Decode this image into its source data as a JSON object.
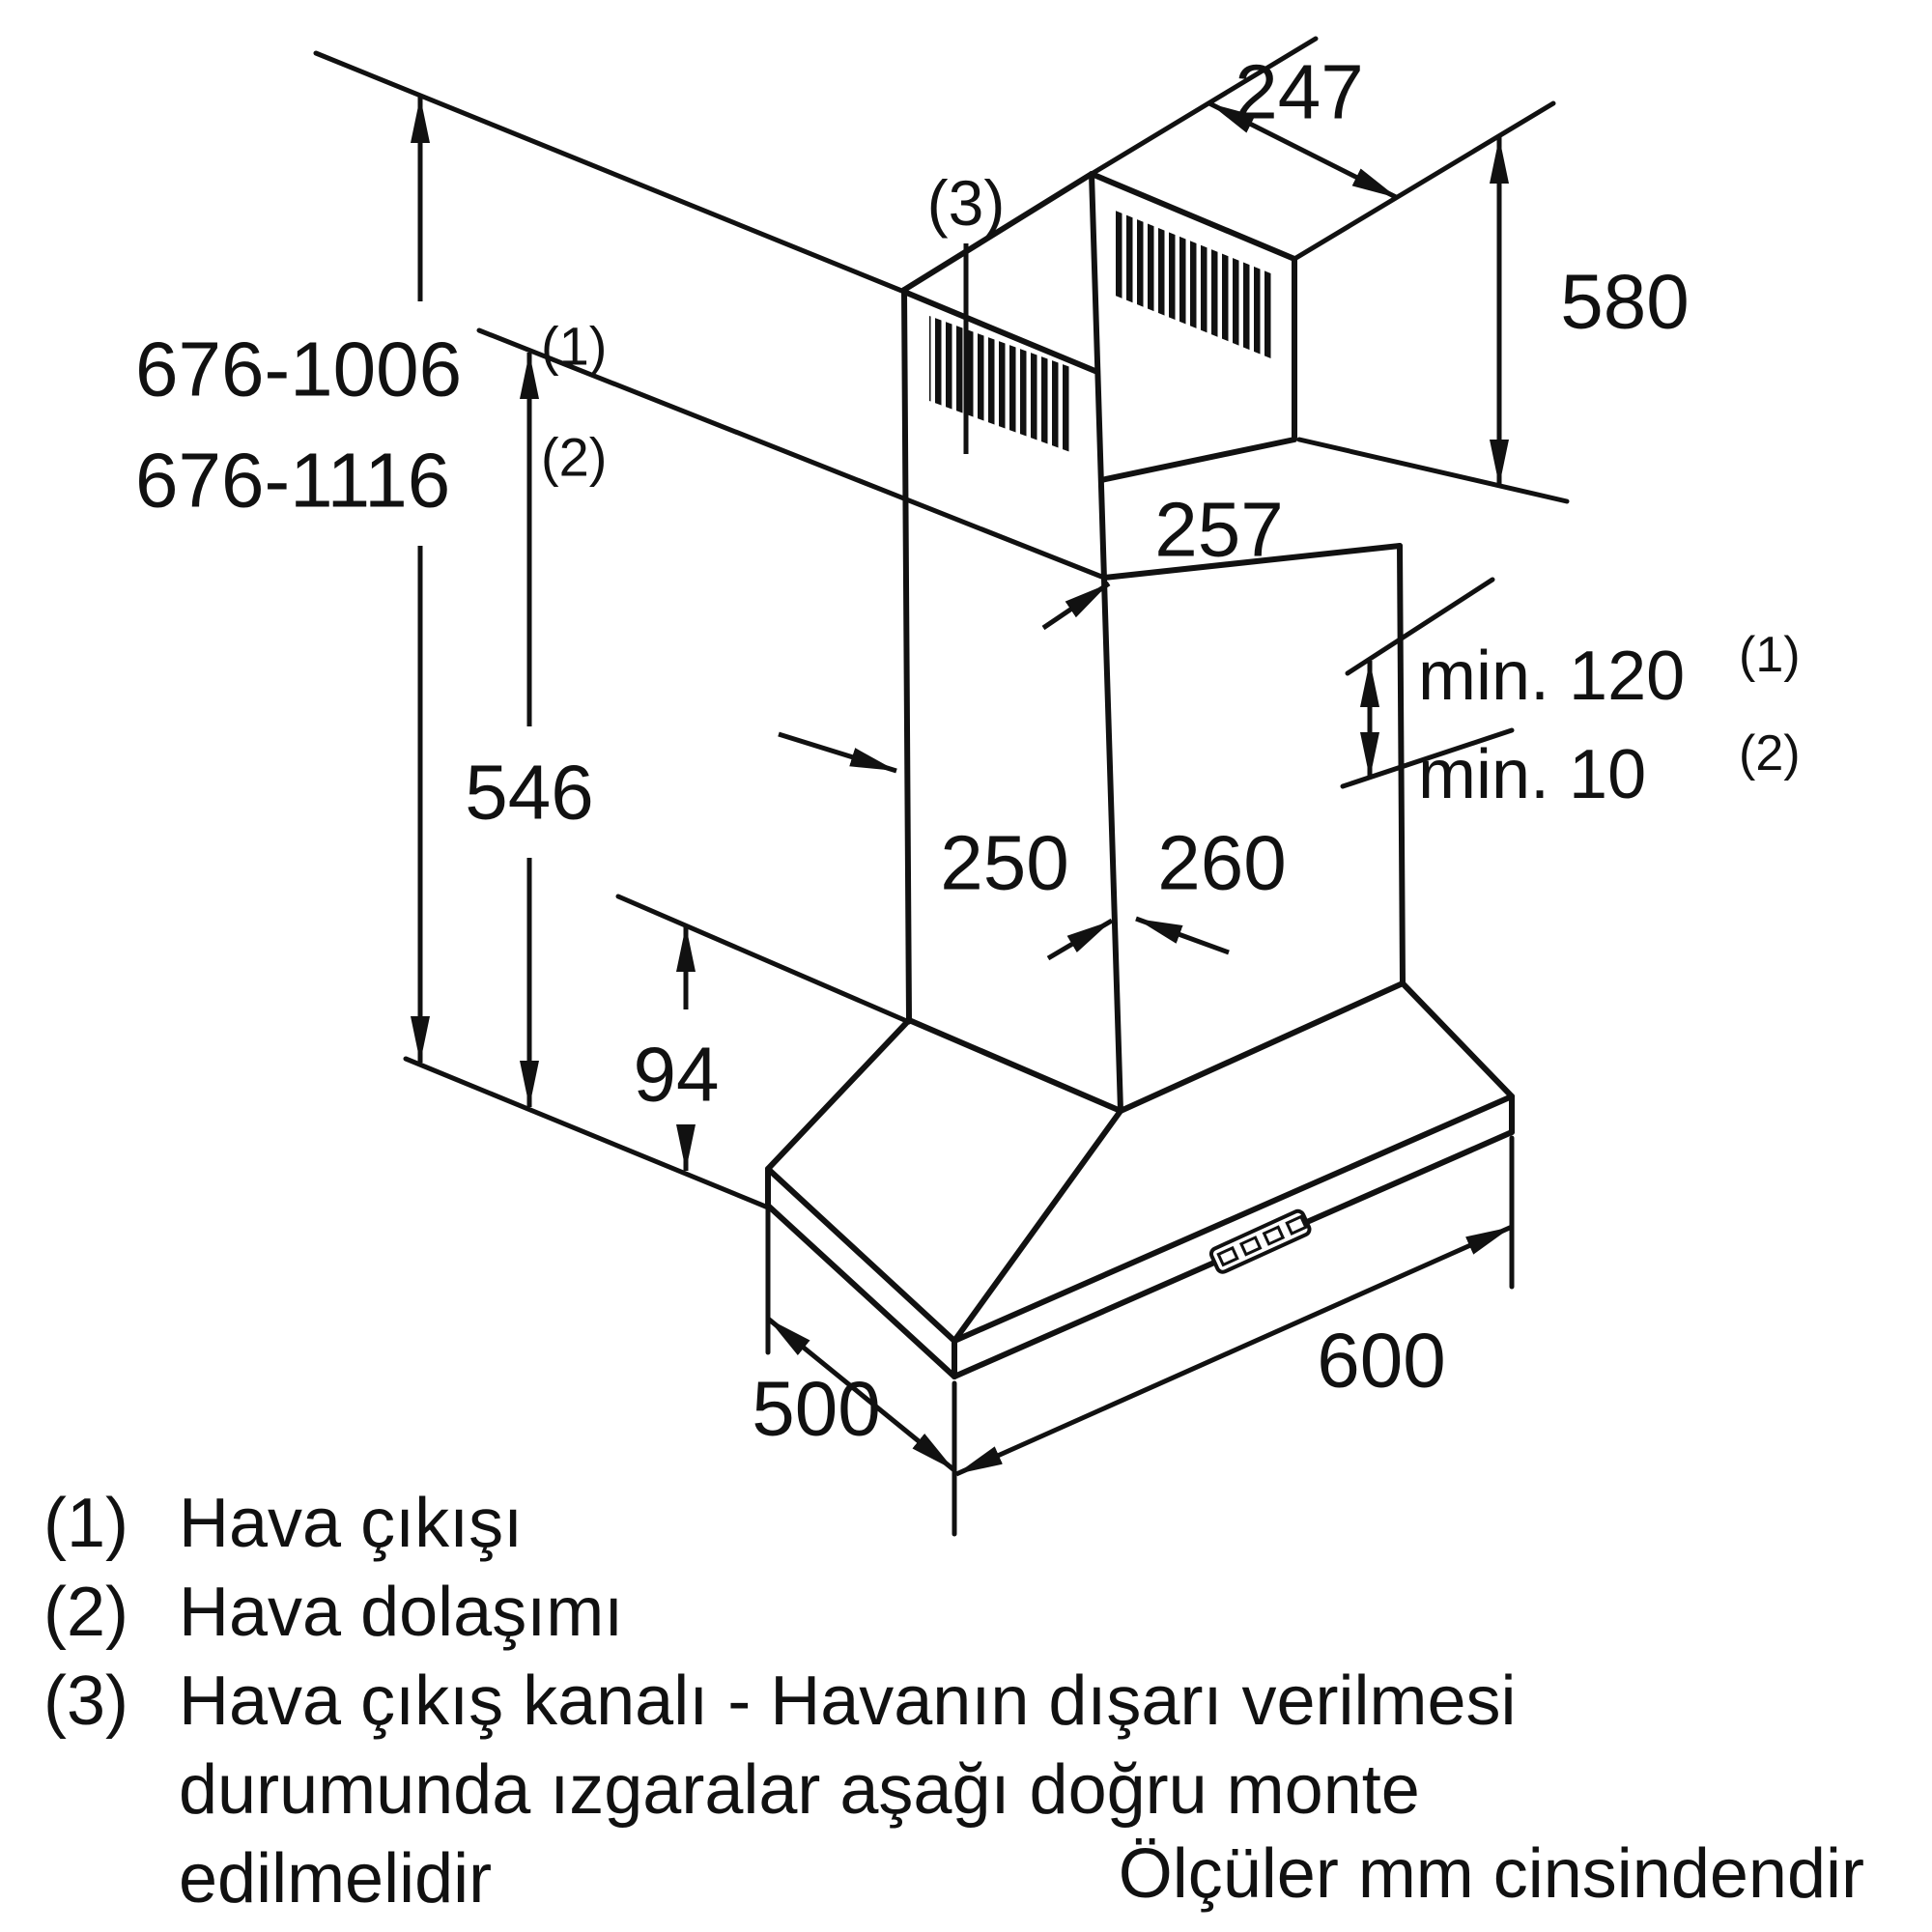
{
  "colors": {
    "line": "#111111",
    "background": "#ffffff"
  },
  "dims": {
    "total_height_1": {
      "value": "676-1006",
      "note": "(1)"
    },
    "total_height_2": {
      "value": "676-1116",
      "note": "(2)"
    },
    "duct_top_width": "247",
    "upper_duct_height": "580",
    "duct_overlap": "257",
    "min_clearance_1": {
      "value": "min. 120",
      "note": "(1)"
    },
    "min_clearance_2": {
      "value": "min. 10",
      "note": "(2)"
    },
    "lower_duct_height": "546",
    "duct_depth": "250",
    "duct_width": "260",
    "canopy_rim_height": "94",
    "canopy_depth": "500",
    "canopy_width": "600",
    "duct_callout": "(3)"
  },
  "legend": {
    "items": [
      {
        "num": "(1)",
        "text": "Hava çıkışı"
      },
      {
        "num": "(2)",
        "text": "Hava dolaşımı"
      },
      {
        "num": "(3)",
        "text": "Hava çıkış kanalı - Havanın dışarı verilmesi"
      }
    ],
    "continuation": [
      "durumunda ızgaralar aşağı doğru monte",
      "edilmelidir"
    ],
    "footer": "Ölçüler mm cinsindendir"
  }
}
